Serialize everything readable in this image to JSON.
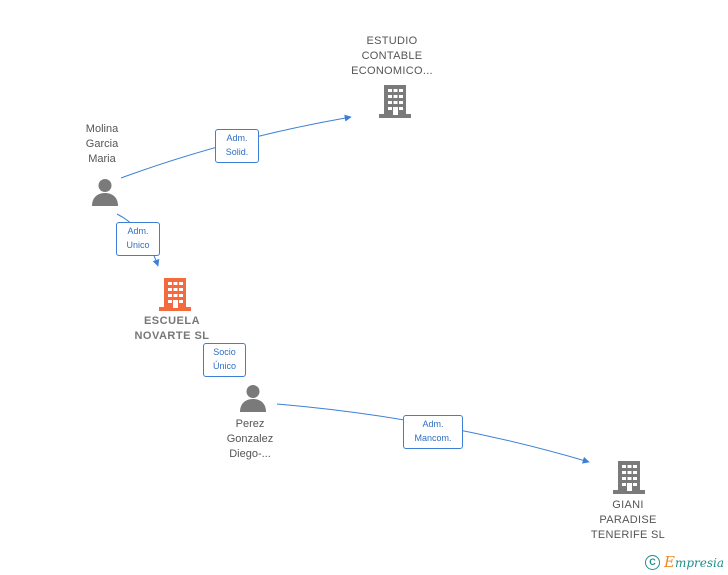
{
  "nodes": {
    "molina": {
      "lines": [
        "Molina",
        "Garcia",
        "Maria"
      ],
      "type": "person"
    },
    "estudio": {
      "lines": [
        "ESTUDIO",
        "CONTABLE",
        "ECONOMICO..."
      ],
      "type": "company"
    },
    "escuela": {
      "lines": [
        "ESCUELA",
        "NOVARTE  SL"
      ],
      "type": "company",
      "highlighted": true
    },
    "perez": {
      "lines": [
        "Perez",
        "Gonzalez",
        "Diego-..."
      ],
      "type": "person"
    },
    "giani": {
      "lines": [
        "GIANI",
        "PARADISE",
        "TENERIFE  SL"
      ],
      "type": "company"
    }
  },
  "edges": [
    {
      "from": "molina",
      "to": "estudio",
      "label": [
        "Adm.",
        "Solid."
      ]
    },
    {
      "from": "molina",
      "to": "escuela",
      "label": [
        "Adm.",
        "Unico"
      ]
    },
    {
      "from": "escuela",
      "to": "perez",
      "label": [
        "Socio",
        "Único"
      ]
    },
    {
      "from": "perez",
      "to": "giani",
      "label": [
        "Adm.",
        "Mancom."
      ]
    }
  ],
  "brand": {
    "copyright_symbol": "C",
    "first_letter": "E",
    "rest": "mpresia"
  },
  "colors": {
    "edge": "#3d7fd6",
    "icon": "#7a7a7a",
    "highlight_icon": "#f26a3d",
    "brand": "#1f8f8a",
    "brand_accent": "#f08a24"
  }
}
